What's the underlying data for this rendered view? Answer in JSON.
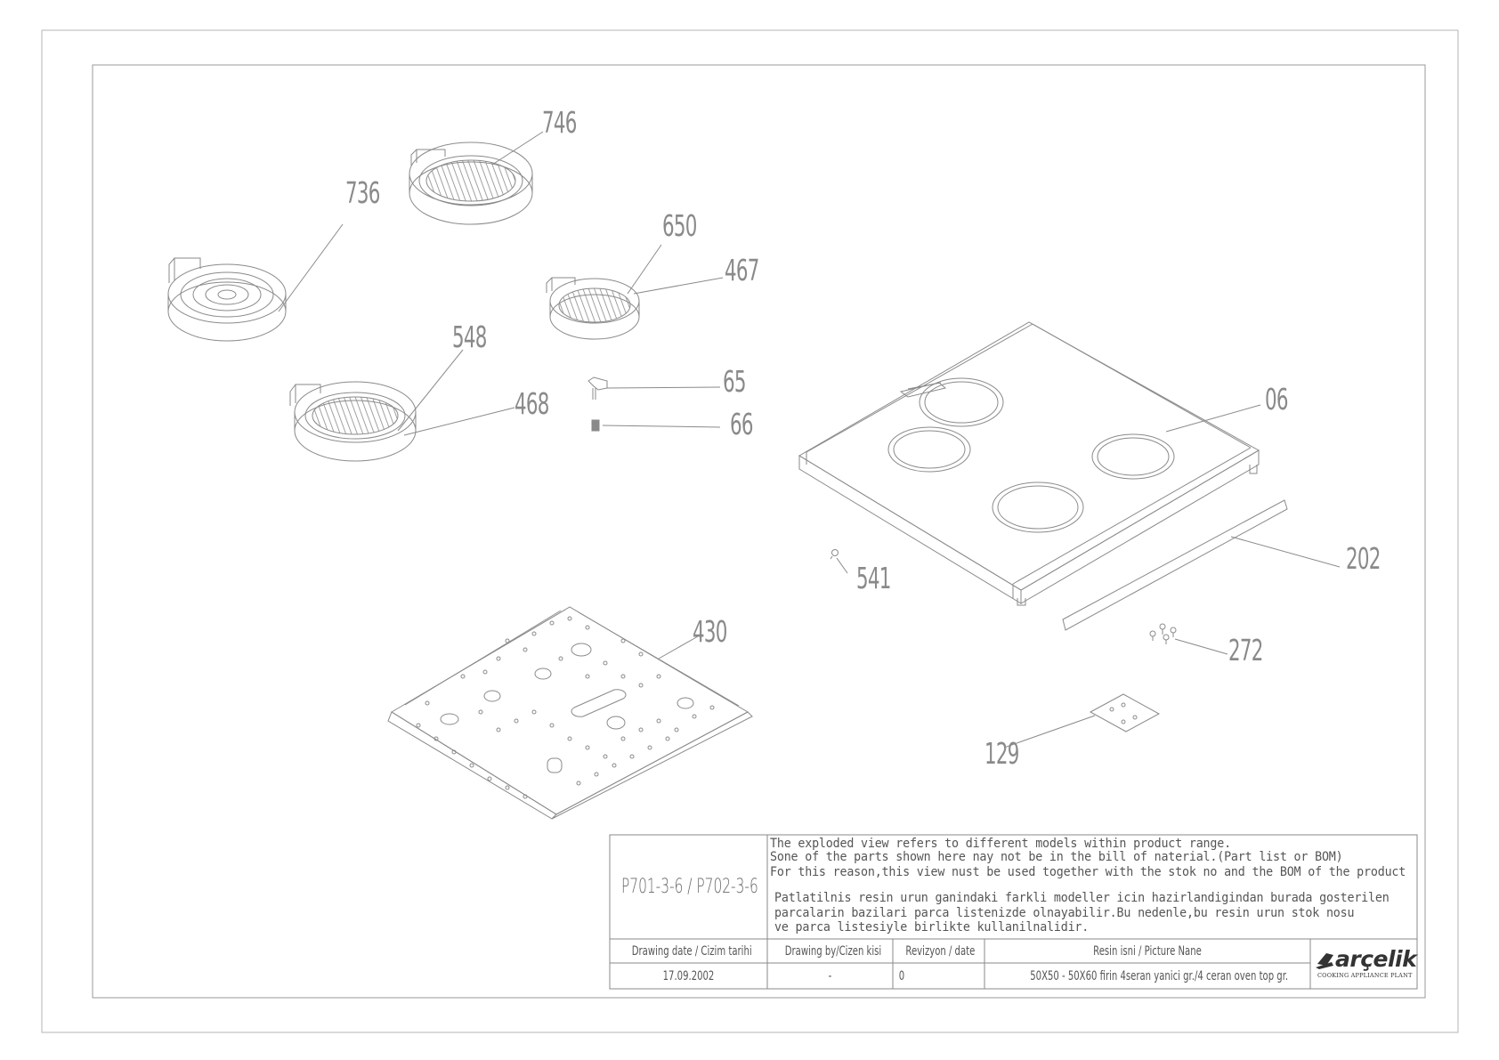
{
  "callouts": {
    "c746": "746",
    "c736": "736",
    "c650": "650",
    "c467": "467",
    "c548": "548",
    "c468": "468",
    "c65": "65",
    "c66": "66",
    "c06": "06",
    "c202": "202",
    "c541": "541",
    "c430": "430",
    "c272": "272",
    "c129": "129"
  },
  "title_block": {
    "drawing_code": "P701-3-6 / P702-3-6",
    "note_en": [
      "The exploded view refers to different models within product range.",
      "Sone of the parts shown here nay not be in the bill of naterial.(Part list or BOM)",
      "For this reason,this view nust be used together with the stok no and the BOM of the product"
    ],
    "note_tr": [
      "Patlatilnis resin urun ganindaki farkli modeller icin hazirlandigindan burada gosterilen",
      "parcalarin bazilari parca listenizde olnayabilir.Bu nedenle,bu resin urun stok nosu",
      "ve parca listesiyle birlikte kullanilnalidir."
    ],
    "headers": {
      "drawing_date": "Drawing date / Cizim tarihi",
      "drawing_by": "Drawing by/Cizen kisi",
      "revision": "Revizyon / date",
      "picture_name": "Resin isni / Picture Nane"
    },
    "values": {
      "drawing_date": "17.09.2002",
      "drawing_by": "-",
      "revision": "0",
      "picture_name": "50X50 - 50X60 firin 4seran yanici gr./4 ceran oven top gr."
    },
    "logo": {
      "brand": "arçelik",
      "subtitle": "COOKING APPLIANCE PLANT",
      "color": "#333333"
    }
  },
  "colors": {
    "line": "#8a8a8a",
    "frame": "#9a9a9a"
  }
}
